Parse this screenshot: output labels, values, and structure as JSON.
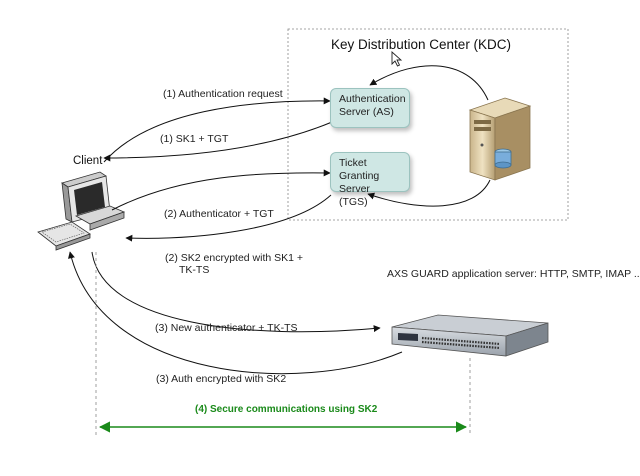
{
  "kdc": {
    "title": "Key Distribution Center (KDC)",
    "as_box": {
      "line1": "Authentication",
      "line2": "Server (AS)"
    },
    "tgs_box": {
      "line1": "Ticket Granting",
      "line2": "Server (TGS)"
    },
    "server_icon": "database-server-icon"
  },
  "client": {
    "label": "Client",
    "icon": "desktop-computer-icon"
  },
  "app_server": {
    "label": "AXS GUARD  application server: HTTP, SMTP, IMAP ...",
    "icon": "rack-appliance-icon"
  },
  "messages": {
    "m1_request": "(1) Authentication request",
    "m1_reply": "(1) SK1 + TGT",
    "m2_request": "(2) Authenticator + TGT",
    "m2_reply_line1": "(2) SK2 encrypted with SK1 +",
    "m2_reply_line2": "TK-TS",
    "m3_request": "(3) New authenticator + TK-TS",
    "m3_reply": "(3) Auth encrypted with SK2",
    "m4_secure": "(4) Secure communications using SK2"
  },
  "colors": {
    "box_fill": "#cfe7e4",
    "secure_arrow": "#1a8a1a",
    "arrow": "#111111"
  }
}
